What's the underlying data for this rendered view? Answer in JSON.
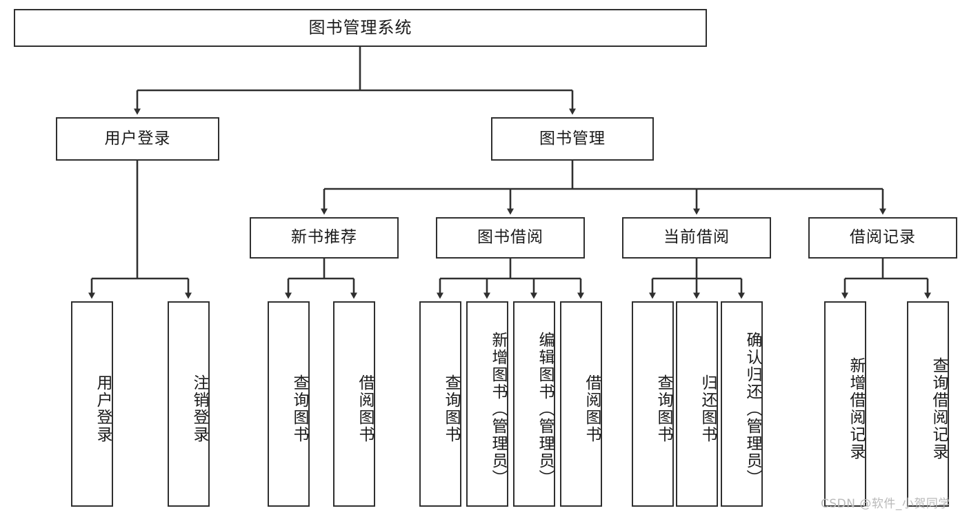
{
  "diagram": {
    "title": "图书管理系统",
    "type": "hierarchy-tree",
    "watermark": "CSDN @软件_小贺同学",
    "colors": {
      "box_border": "#2f2f2f",
      "box_fill": "#ffffff",
      "edge": "#2f2f2f",
      "text": "#1a1a1a",
      "watermark": "#b9b9b9"
    },
    "nodes": {
      "root": {
        "label": "图书管理系统",
        "level": 1
      },
      "user_login": {
        "label": "用户登录",
        "level": 2
      },
      "book_manage": {
        "label": "图书管理",
        "level": 2
      },
      "new_book_rec": {
        "label": "新书推荐",
        "level": 3
      },
      "book_borrow": {
        "label": "图书借阅",
        "level": 3
      },
      "current_borrow": {
        "label": "当前借阅",
        "level": 3
      },
      "borrow_record": {
        "label": "借阅记录",
        "level": 3
      },
      "leaf_user_login": {
        "label": "用户登录",
        "level": 4
      },
      "leaf_logout": {
        "label": "注销登录",
        "level": 4
      },
      "leaf_query_book_1": {
        "label": "查询图书",
        "level": 4
      },
      "leaf_borrow_book_1": {
        "label": "借阅图书",
        "level": 4
      },
      "leaf_query_book_2": {
        "label": "查询图书",
        "level": 4
      },
      "leaf_add_book": {
        "label": "新增图书（管理员）",
        "level": 4
      },
      "leaf_edit_book": {
        "label": "编辑图书（管理员）",
        "level": 4
      },
      "leaf_borrow_book_2": {
        "label": "借阅图书",
        "level": 4
      },
      "leaf_query_book_3": {
        "label": "查询图书",
        "level": 4
      },
      "leaf_return_book": {
        "label": "归还图书",
        "level": 4
      },
      "leaf_confirm_return": {
        "label": "确认归还（管理员）",
        "level": 4
      },
      "leaf_add_record": {
        "label": "新增借阅记录",
        "level": 4
      },
      "leaf_query_record": {
        "label": "查询借阅记录",
        "level": 4
      }
    }
  }
}
